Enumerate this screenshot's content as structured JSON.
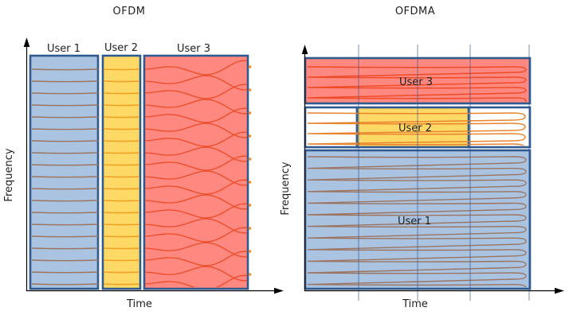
{
  "ofdm": {
    "title": "OFDM",
    "x_axis_label": "Time",
    "y_axis_label": "Frequency",
    "columns": [
      {
        "label": "User 1",
        "color": "#a9c3e1"
      },
      {
        "label": "User 2",
        "color": "#ffd966"
      },
      {
        "label": "User 3",
        "color": "#ff8880"
      }
    ]
  },
  "ofdma": {
    "title": "OFDMA",
    "x_axis_label": "Time",
    "y_axis_label": "Frequency",
    "bands": [
      {
        "label": "User 3",
        "color": "#ff8880"
      },
      {
        "label": "User 2",
        "color": "#ffd966"
      },
      {
        "label": "User 1",
        "color": "#a9c3e1"
      }
    ]
  },
  "colors": {
    "box_border": "#2e5a8f",
    "grid_line": "#2f5496",
    "axis": "#000000",
    "wave_on_blue": "#9c7460",
    "wave_on_yellow": "#f0a124",
    "wave_on_red": "#ee4b26",
    "wave_on_white": "#e8832e",
    "edge_dot": "#f08a2c"
  }
}
